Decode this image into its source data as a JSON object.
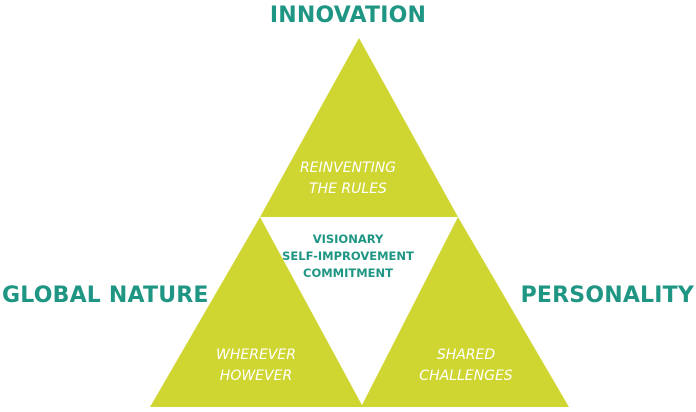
{
  "diagram": {
    "colors": {
      "triangle_fill": "#cfd531",
      "heading_text": "#1f9683",
      "inner_text": "#ffffff",
      "center_text": "#1f9683",
      "background": "#ffffff"
    },
    "headings": {
      "top": "INNOVATION",
      "left": "GLOBAL NATURE",
      "right": "PERSONALITY"
    },
    "triangles": {
      "top": {
        "line1": "REINVENTING",
        "line2": "THE RULES"
      },
      "left": {
        "line1": "WHEREVER",
        "line2": "HOWEVER"
      },
      "right": {
        "line1": "SHARED",
        "line2": "CHALLENGES"
      }
    },
    "center": {
      "line1": "VISIONARY",
      "line2": "SELF-IMPROVEMENT",
      "line3": "COMMITMENT"
    }
  }
}
